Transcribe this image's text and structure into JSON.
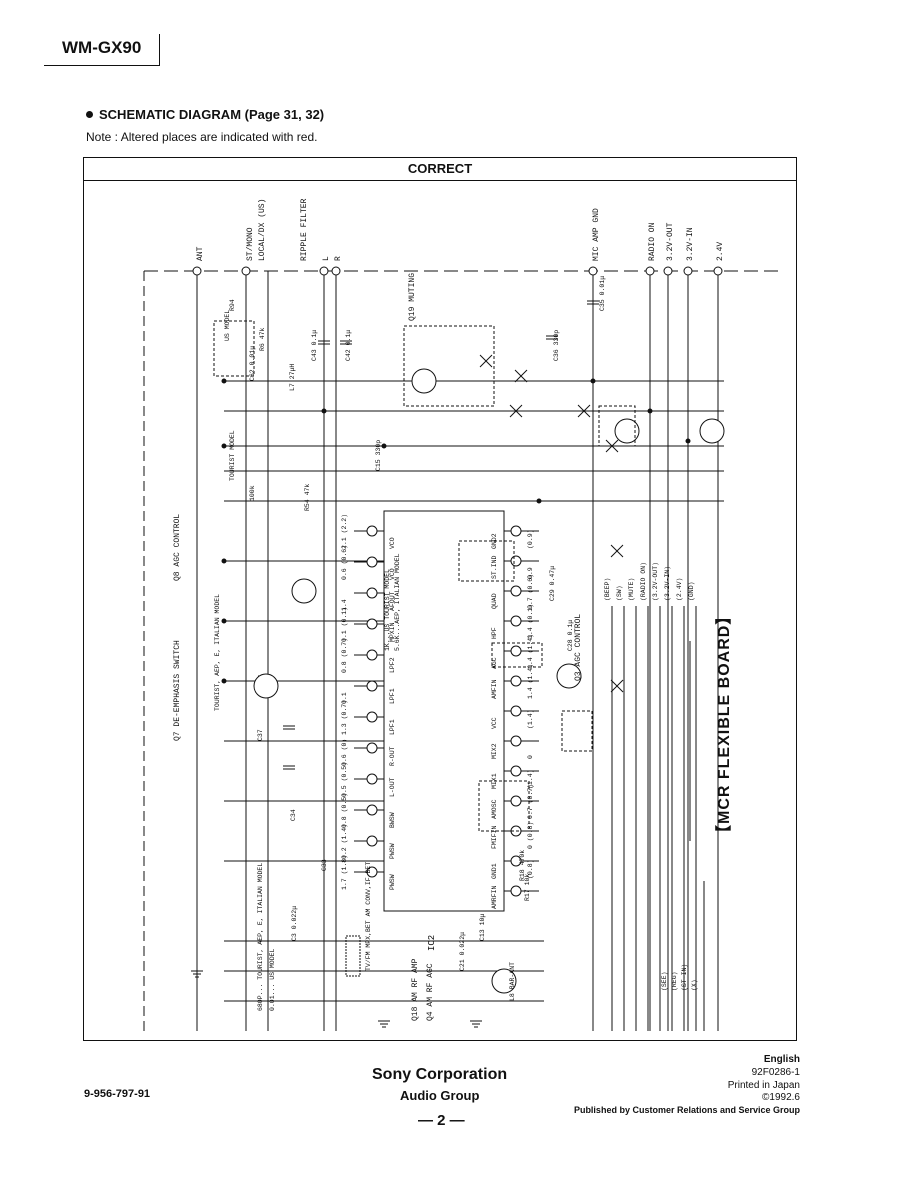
{
  "header": {
    "model": "WM-GX90",
    "section_title": "SCHEMATIC DIAGRAM (Page 31, 32)",
    "note": "Note : Altered places are indicated with red."
  },
  "diagram": {
    "frame_title": "CORRECT",
    "top_labels": [
      "ANT",
      "ST/MONO",
      "LOCAL/DX (US)",
      "RIPPLE FILTER",
      "L",
      "R",
      "MIC AMP GND",
      "RADIO ON",
      "3.2V-OUT",
      "3.2V-IN",
      "2.4V"
    ],
    "transistor_labels": [
      "Q8 AGC CONTROL",
      "Q7 DE-EMPHASIS SWITCH",
      "Q18 AM RF AMP",
      "Q4 AM RF AGC",
      "Q19 MUTING",
      "Q3 AGC CONTROL"
    ],
    "ic_label": "IC2",
    "ic_desc": "TV/FM MPX,BET AM CONV,IF BET",
    "board_label": "【MCR FLEXIBLE BOARD】",
    "model_notes": [
      "TOURIST, AEP, E, ITALIAN MODEL",
      "US MODEL",
      "TOURIST MODEL",
      "680P... TOURIST, AEP, E, ITALIAN MODEL",
      "0.01... US MODEL",
      "1K...US TOURIST MODEL",
      "5.6K...AEP, ITALIAN MODEL"
    ],
    "volt_left": [
      "2.1 (2.2)",
      "0.6 (0.6)",
      "1.4",
      "0.1 (0.1)",
      "0.8 (0.7)",
      "0.1",
      "1.3 (0.7)",
      "0.6 (0)",
      "0.5 (0.5)",
      "0.8 (0.5)",
      "0.2 (1.4)",
      "1.7 (1.8)"
    ],
    "pin_left": [
      "VCO",
      "VCO",
      "AFOUT",
      "MPXIN",
      "LPF2",
      "LPF1",
      "LPF1",
      "R-OUT",
      "L-OUT",
      "BWSW",
      "PWSW",
      "PWSW"
    ],
    "pin_right": [
      "GND2",
      "ST.IND",
      "QUAD",
      "HPF",
      "AGC",
      "AMFIN",
      "VCC",
      "MIX2",
      "MIX1",
      "AMOSC",
      "FMIFIN",
      "GND1",
      "AMRFIN"
    ],
    "volt_right": [
      "(0.9)",
      "0.9",
      "0.7 (0.6)",
      "1.4 (0.1)",
      "1.4 (1.4)",
      "1.4 (1.4)",
      "(1.4)",
      "0",
      "(1.4)",
      "0.7 (0.7)",
      "0 (0.8)",
      "(0.8)"
    ],
    "components": [
      "C15 330p",
      "R54 47k",
      "100k",
      "C28 0.1μ",
      "C29 0.47μ",
      "R18 470k",
      "R17 10k",
      "C21 0.022μ",
      "C13 10μ",
      "L8 BAR-ANT",
      "C34",
      "C33",
      "C37",
      "C3 0.022μ",
      "C43 0.1μ",
      "C42 0.1μ",
      "L7 27μH",
      "C36 330p",
      "C35 0.01μ",
      "R94",
      "R6 47k",
      "C62 0.01μ"
    ],
    "right_pins": [
      "(BEEP)",
      "(SW)",
      "(MUTE)",
      "(RADIO ON)",
      "(3.2V-OUT)",
      "(3.2V-IN)",
      "(2.4V)",
      "(GND)"
    ],
    "bottom_pins": [
      "(SEE)",
      "(REG)",
      "(ST-IN)",
      "(X)"
    ]
  },
  "footer": {
    "language": "English",
    "doc_no": "92F0286-1",
    "printed": "Printed in Japan",
    "date": "©1992.6",
    "publisher": "Published by Customer Relations and Service Group",
    "company": "Sony Corporation",
    "group": "Audio Group",
    "part_no": "9-956-797-91",
    "page": "— 2 —"
  }
}
